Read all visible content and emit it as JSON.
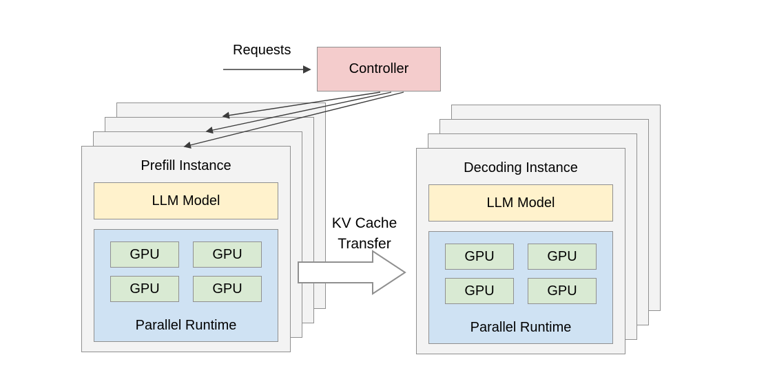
{
  "requests": {
    "label": "Requests"
  },
  "controller": {
    "label": "Controller"
  },
  "kv_transfer": {
    "line1": "KV Cache",
    "line2": "Transfer"
  },
  "prefill_instance": {
    "title": "Prefill Instance",
    "llm_model": "LLM Model",
    "parallel_runtime": "Parallel Runtime",
    "gpus": [
      "GPU",
      "GPU",
      "GPU",
      "GPU"
    ]
  },
  "decoding_instance": {
    "title": "Decoding Instance",
    "llm_model": "LLM Model",
    "parallel_runtime": "Parallel Runtime",
    "gpus": [
      "GPU",
      "GPU",
      "GPU",
      "GPU"
    ]
  },
  "colors": {
    "controller_fill": "#f4cccc",
    "llm_model_fill": "#fff2cc",
    "runtime_fill": "#cfe2f3",
    "gpu_fill": "#d9ead3",
    "card_fill": "#f3f3f3",
    "border": "#8f8f8f"
  }
}
